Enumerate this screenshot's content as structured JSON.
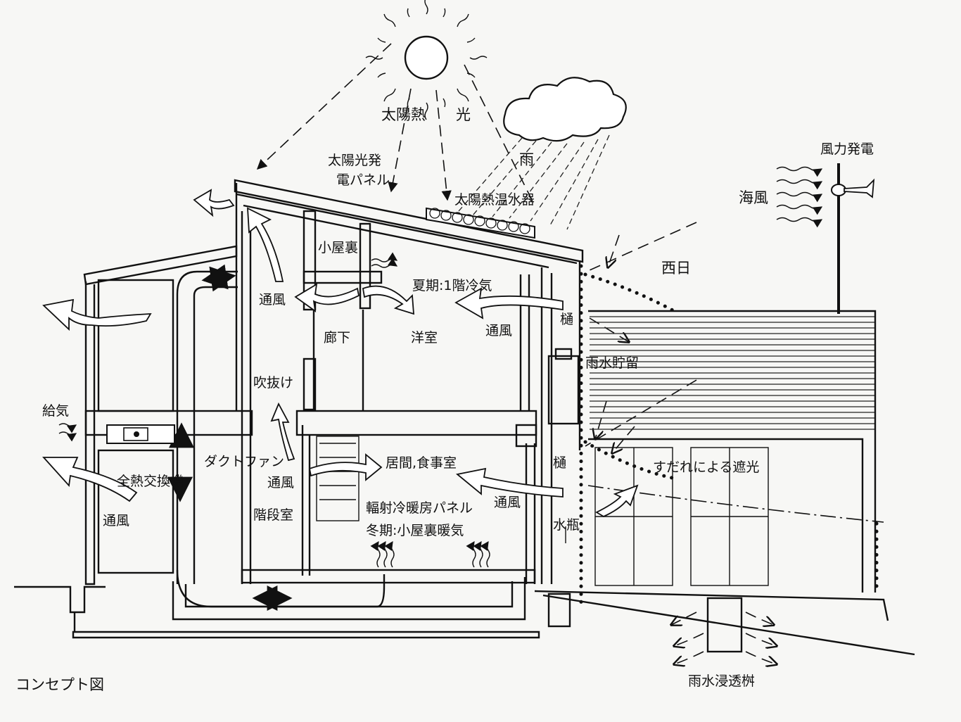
{
  "caption": "コンセプト図",
  "labels": {
    "solar_heat": "太陽熱",
    "light": "光",
    "rain": "雨",
    "pv_panel_line1": "太陽光発",
    "pv_panel_line2": "電パネル",
    "solar_water_heater": "太陽熱温水器",
    "wind_power": "風力発電",
    "sea_breeze": "海風",
    "west_sun": "西日",
    "attic": "小屋裏",
    "summer_cool": "夏期:1階冷気",
    "ventilation_upper_left": "通風",
    "ventilation_upper_right": "通風",
    "corridor": "廊下",
    "western_room": "洋室",
    "gutter_upper": "樋",
    "rain_storage": "雨水貯留",
    "atrium": "吹抜け",
    "supply_air": "給気",
    "duct_fan": "ダクトファン",
    "heat_exchanger": "全熱交換機",
    "living_dining": "居間,食事室",
    "gutter_lower": "樋",
    "shade_by_sudare": "すだれによる遮光",
    "ventilation_stair": "通風",
    "ventilation_living": "通風",
    "ventilation_left": "通風",
    "stairwell": "階段室",
    "radiant_panel": "輻射冷暖房パネル",
    "water_jar": "水瓶",
    "winter_attic_warm": "冬期:小屋裏暖気",
    "infiltration_basin": "雨水浸透桝"
  },
  "colors": {
    "ink": "#111111",
    "paper": "#f7f7f5",
    "arrow_fill": "#ffffff"
  }
}
